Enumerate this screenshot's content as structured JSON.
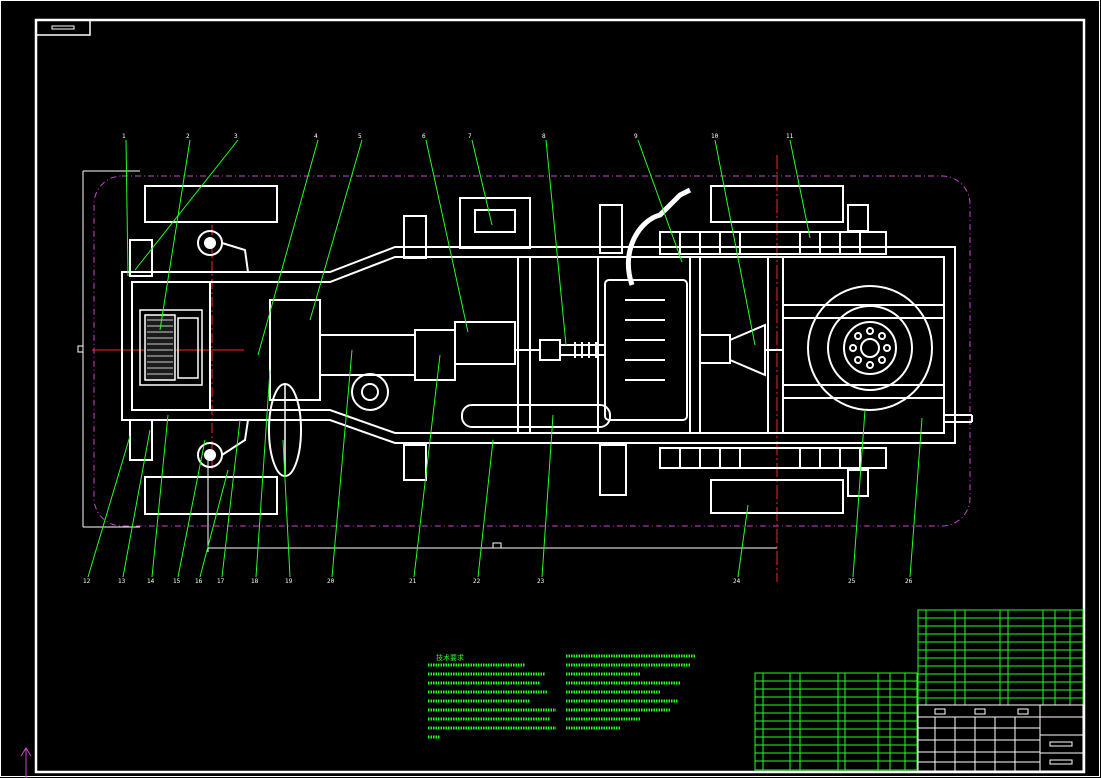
{
  "drawing": {
    "top_callouts": [
      "1",
      "2",
      "3",
      "4",
      "5",
      "6",
      "7",
      "8",
      "9",
      "10",
      "11"
    ],
    "bottom_callouts": [
      "12",
      "13",
      "14",
      "15",
      "16",
      "17",
      "18",
      "19",
      "20",
      "21",
      "22",
      "23",
      "24",
      "25",
      "26"
    ],
    "title_block_code": "",
    "notes_title": "技术要求",
    "colors": {
      "background": "#000000",
      "frame": "#ffffff",
      "leader": "#22ff22",
      "centerline": "#ff2222",
      "envelope": "#cc44cc",
      "tables": "#22ff22"
    }
  }
}
